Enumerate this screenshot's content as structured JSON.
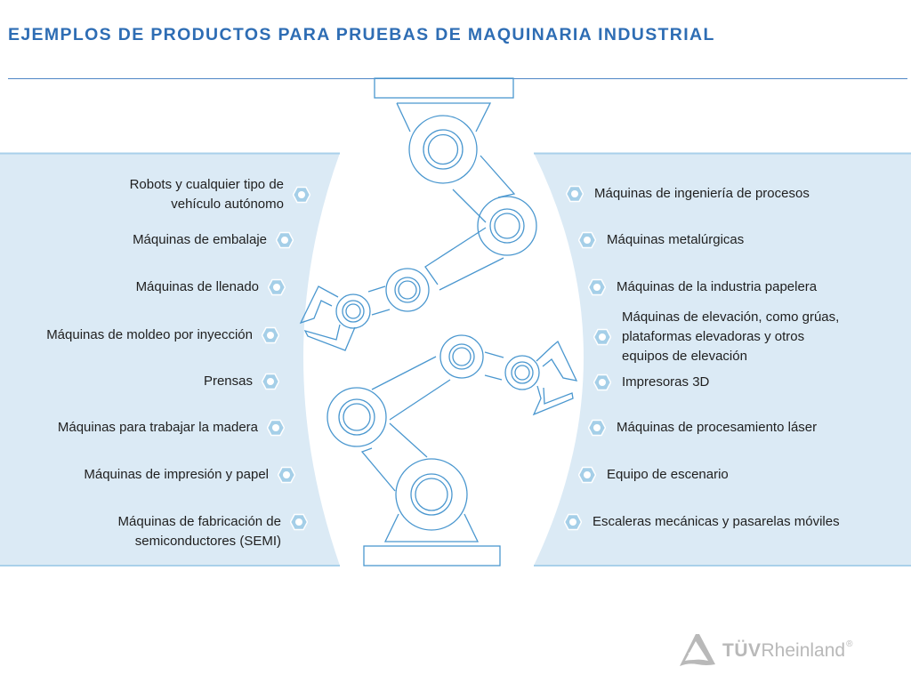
{
  "header": {
    "title": "EJEMPLOS DE PRODUCTOS PARA PRUEBAS DE MAQUINARIA INDUSTRIAL"
  },
  "colors": {
    "title": "#2e6db4",
    "panel_fill": "#dbeaf5",
    "panel_border": "#a9d0ea",
    "robot_stroke": "#4a97cf",
    "nut_fill": "#a5cfe8",
    "logo_gray": "#b9b9b9"
  },
  "left_items": [
    {
      "label": "Robots y cualquier tipo de\nvehículo autónomo",
      "icon": "hex-nut-icon"
    },
    {
      "label": "Máquinas de embalaje",
      "icon": "hex-nut-icon"
    },
    {
      "label": "Máquinas de llenado",
      "icon": "hex-nut-icon"
    },
    {
      "label": "Máquinas de moldeo por inyección",
      "icon": "hex-nut-icon"
    },
    {
      "label": "Prensas",
      "icon": "hex-nut-icon"
    },
    {
      "label": "Máquinas para trabajar la madera",
      "icon": "hex-nut-icon"
    },
    {
      "label": "Máquinas de impresión y papel",
      "icon": "hex-nut-icon"
    },
    {
      "label": "Máquinas de fabricación de\nsemiconductores (SEMI)",
      "icon": "hex-nut-icon"
    }
  ],
  "right_items": [
    {
      "label": "Máquinas de ingeniería de procesos",
      "icon": "hex-nut-icon"
    },
    {
      "label": "Máquinas metalúrgicas",
      "icon": "hex-nut-icon"
    },
    {
      "label": "Máquinas de la industria papelera",
      "icon": "hex-nut-icon"
    },
    {
      "label": "Máquinas de elevación, como grúas,\nplataformas elevadoras y otros\nequipos de elevación",
      "icon": "hex-nut-icon"
    },
    {
      "label": "Impresoras 3D",
      "icon": "hex-nut-icon"
    },
    {
      "label": "Máquinas de procesamiento láser",
      "icon": "hex-nut-icon"
    },
    {
      "label": "Equipo de escenario",
      "icon": "hex-nut-icon"
    },
    {
      "label": "Escaleras mecánicas y pasarelas móviles",
      "icon": "hex-nut-icon"
    }
  ],
  "logo": {
    "brand_bold": "TÜV",
    "brand_regular": "Rheinland",
    "registered": "®"
  }
}
